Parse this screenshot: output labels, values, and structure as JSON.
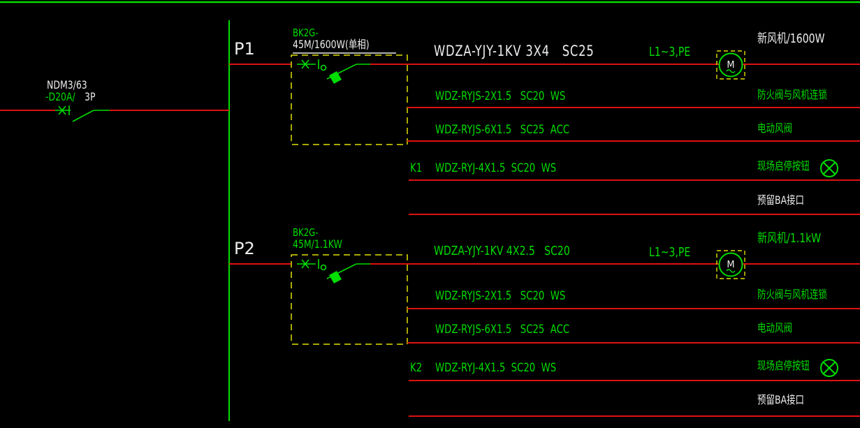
{
  "colors": {
    "background": "#000000",
    "line_green": "#00dd00",
    "line_red": "#dd1111",
    "text_white": "#ededed",
    "dashed_yellow": "#e0e000"
  },
  "incoming": {
    "model": "NDM3/63",
    "trip": "-D20A/",
    "poles": "3P"
  },
  "circuits": [
    {
      "label": "P1",
      "breaker_series": "BK2G-",
      "breaker_spec": "45M/1600W(单相)",
      "phase": "L1~3,PE",
      "motor": "M",
      "k_label": "K1",
      "rows": [
        {
          "cable": "WDZA-YJY-1KV 3X4   SC25",
          "load": "新风机/1600W"
        },
        {
          "cable": "WDZ-RYJS-2X1.5   SC20  WS",
          "load": "防火阀与风机连锁"
        },
        {
          "cable": "WDZ-RYJS-6X1.5   SC25  ACC",
          "load": "电动风阀"
        },
        {
          "cable": "WDZ-RYJ-4X1.5  SC20  WS",
          "load": "现场启停按钮"
        },
        {
          "load": "预留BA接口"
        }
      ]
    },
    {
      "label": "P2",
      "breaker_series": "BK2G-",
      "breaker_spec": "45M/1.1KW",
      "phase": "L1~3,PE",
      "motor": "M",
      "k_label": "K2",
      "rows": [
        {
          "cable": "WDZA-YJY-1KV 4X2.5   SC20",
          "load": "新风机/1.1kW"
        },
        {
          "cable": "WDZ-RYJS-2X1.5   SC20  WS",
          "load": "防火阀与风机连锁"
        },
        {
          "cable": "WDZ-RYJS-6X1.5   SC25  ACC",
          "load": "电动风阀"
        },
        {
          "cable": "WDZ-RYJ-4X1.5  SC20  WS",
          "load": "现场启停按钮"
        },
        {
          "load": "预留BA接口"
        }
      ]
    }
  ]
}
